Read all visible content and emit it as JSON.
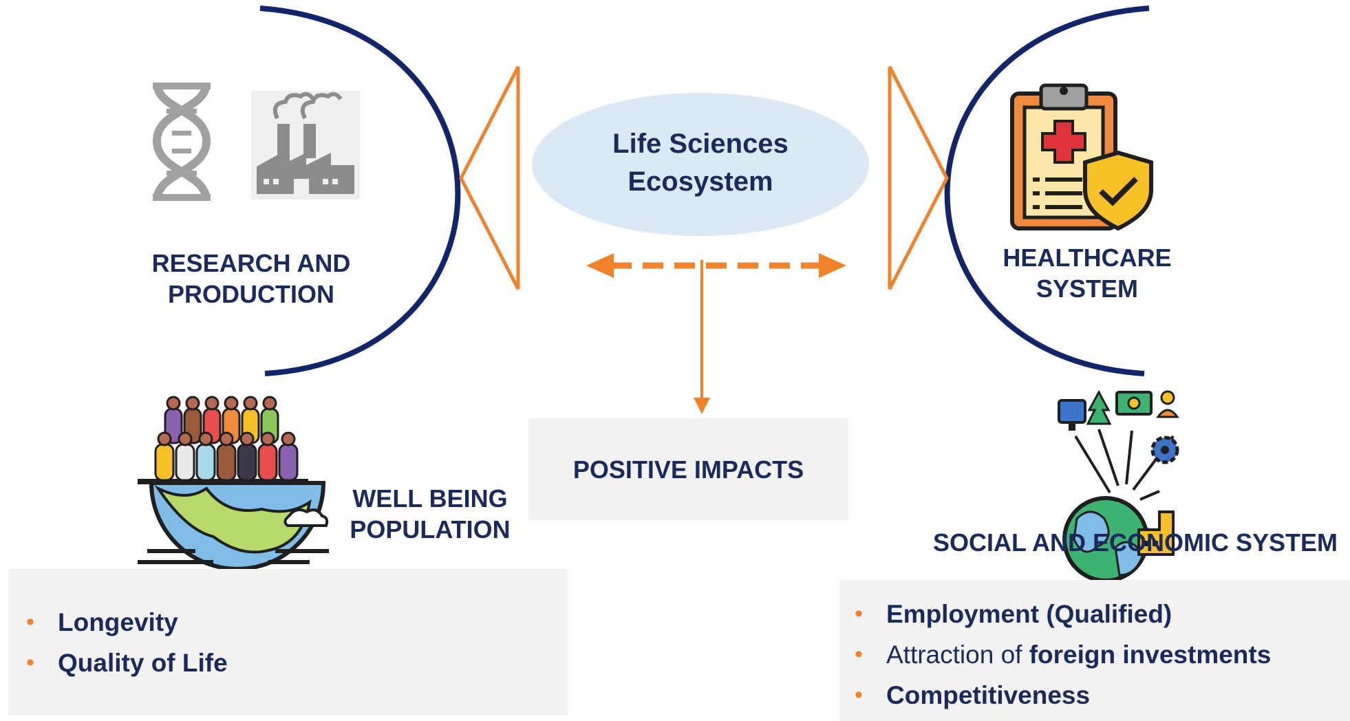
{
  "center": {
    "title_line1": "Life Sciences",
    "title_line2": "Ecosystem"
  },
  "nodes": {
    "research": {
      "line1": "RESEARCH AND",
      "line2": "PRODUCTION",
      "icons": [
        "dna-icon",
        "factory-icon"
      ]
    },
    "healthcare": {
      "line1": "HEALTHCARE",
      "line2": "SYSTEM",
      "icons": [
        "medical-clipboard-shield-icon"
      ]
    },
    "wellbeing": {
      "line1": "WELL BEING",
      "line2": "POPULATION",
      "icons": [
        "population-globe-icon"
      ]
    },
    "social": {
      "line1": "SOCIAL AND ECONOMIC SYSTEM",
      "icons": [
        "globe-economy-icon"
      ]
    }
  },
  "impacts": {
    "label": "POSITIVE IMPACTS"
  },
  "wellbeing_list": [
    {
      "text": "Longevity"
    },
    {
      "text": "Quality of Life"
    }
  ],
  "social_list": {
    "item1": "Employment (Qualified)",
    "item2_prefix": "Attraction of ",
    "item2_bold": "foreign investments",
    "item3": "Competitiveness"
  },
  "colors": {
    "navy": "#12256b",
    "text_navy": "#1b2a5c",
    "orange": "#f0822a",
    "ellipse_fill": "#dbe8f5",
    "box_gray": "#f2f2f2"
  }
}
